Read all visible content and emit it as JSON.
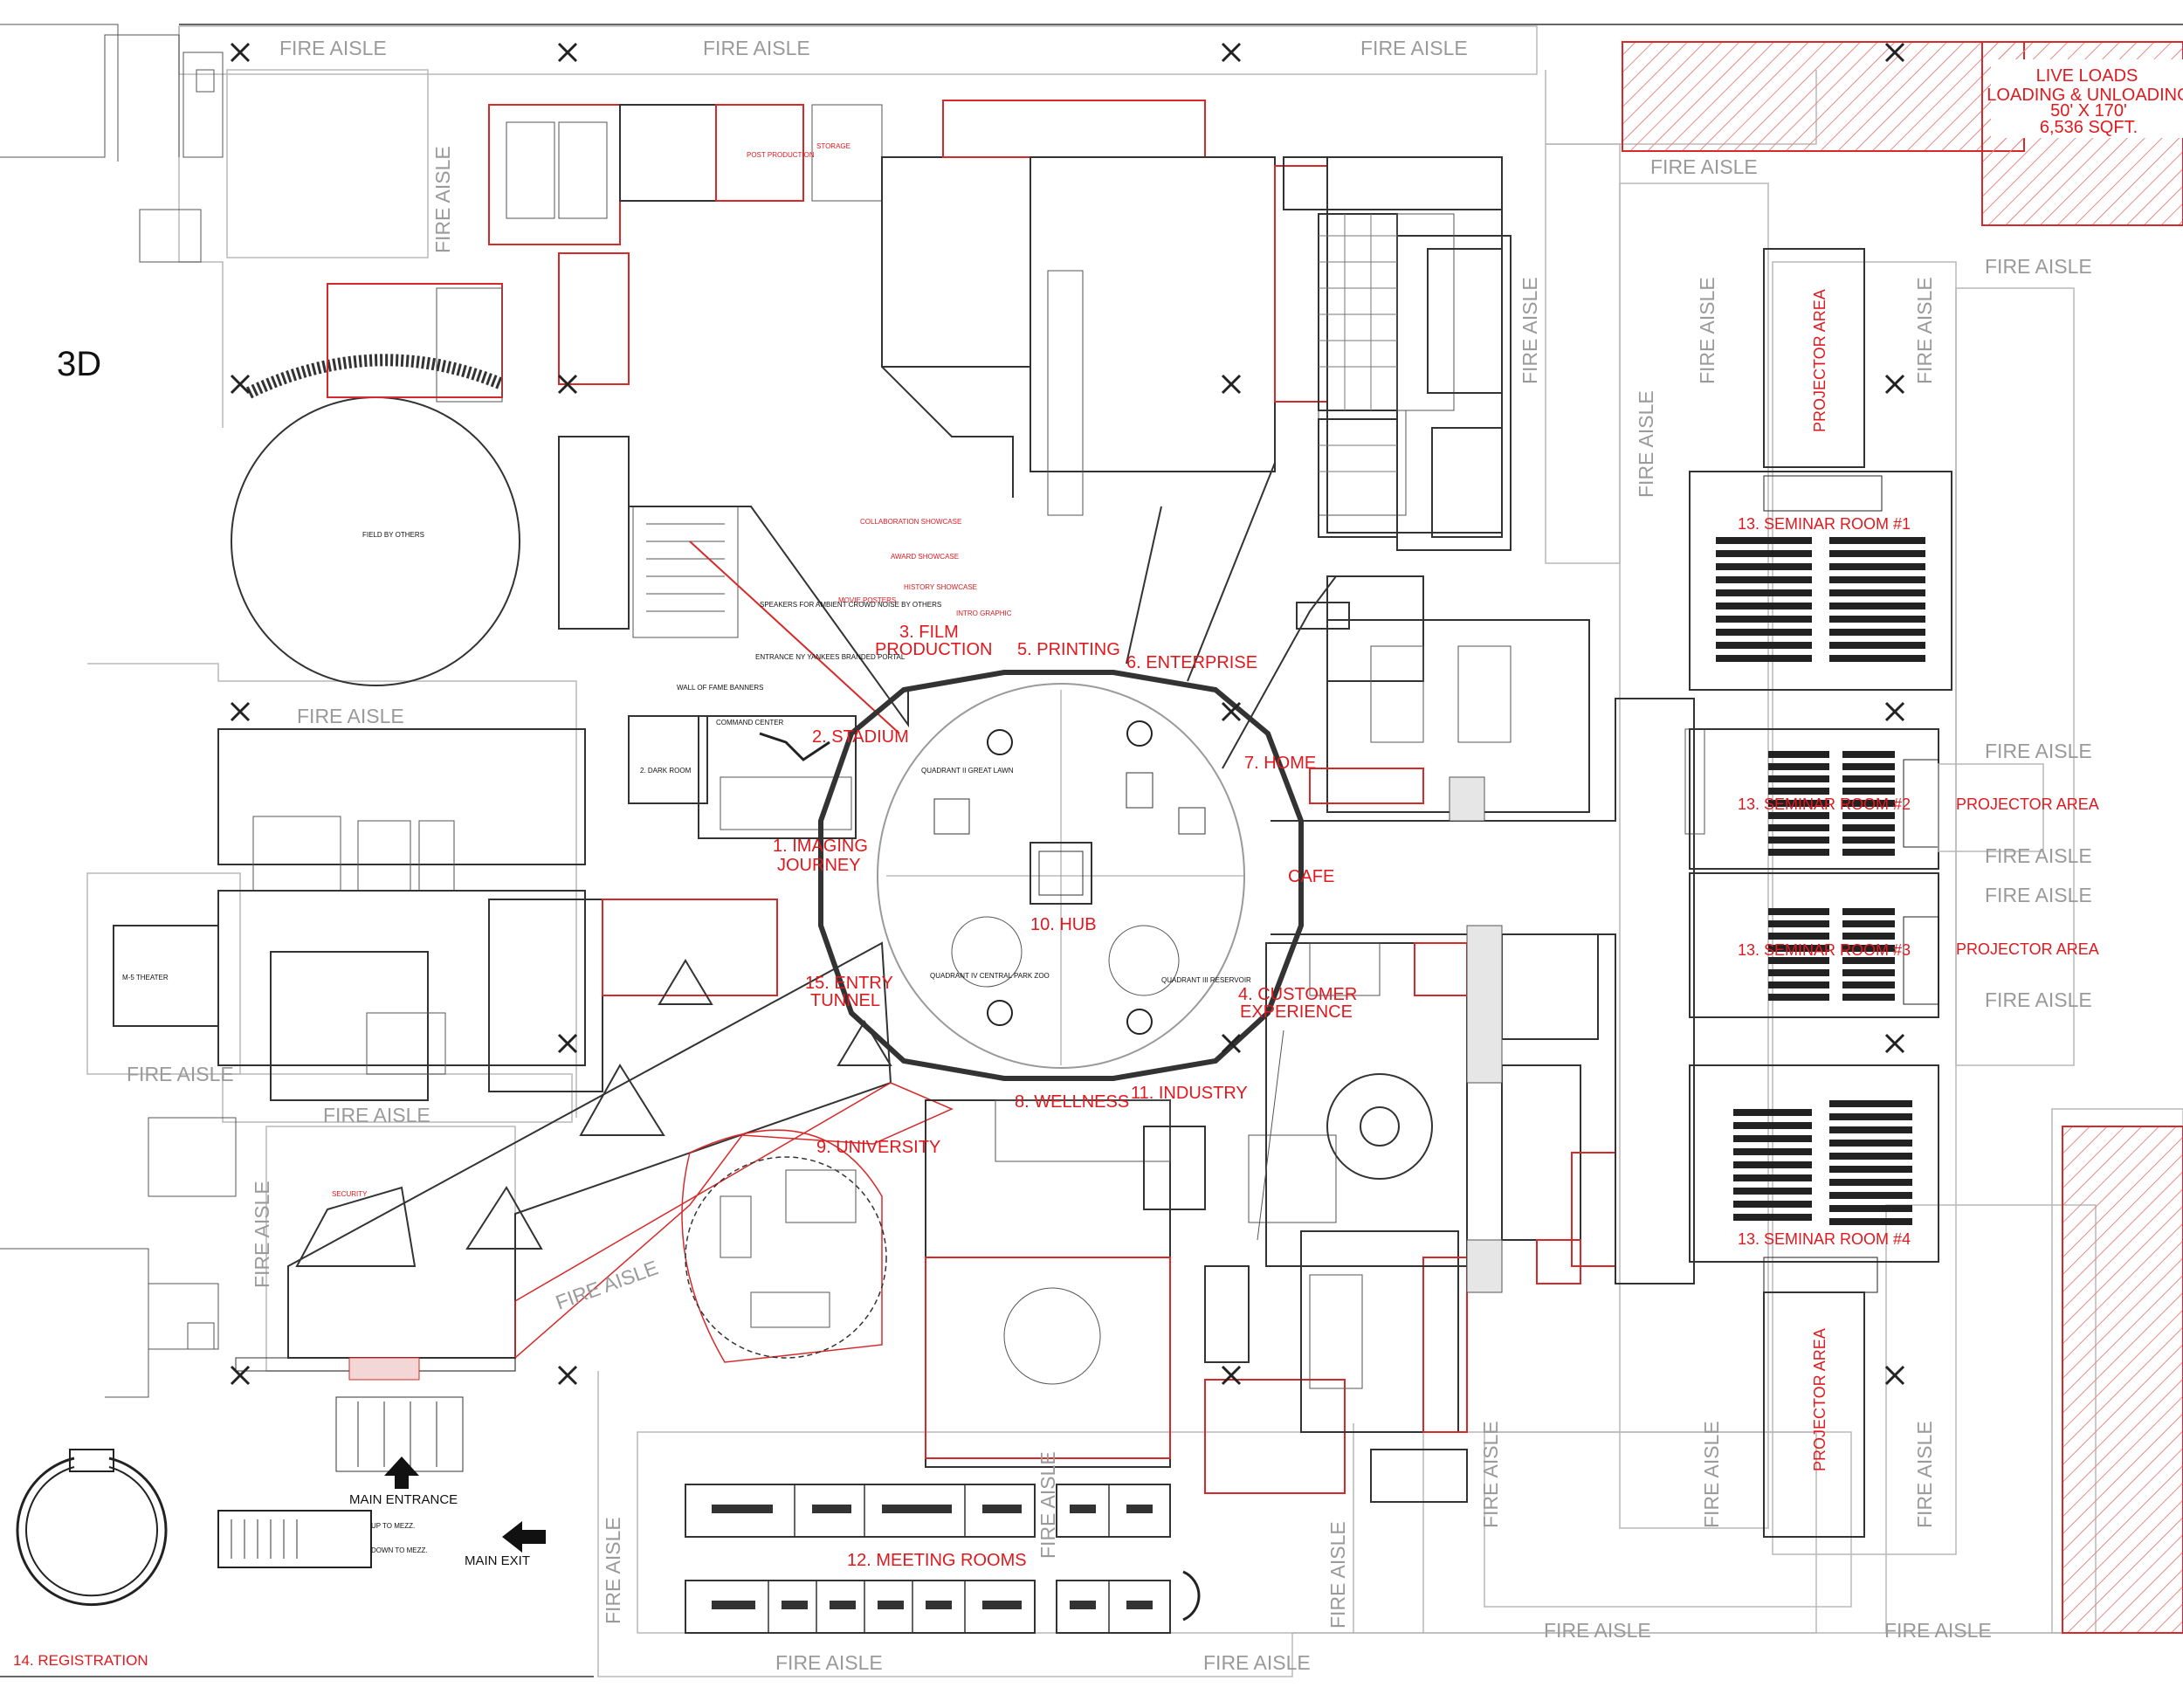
{
  "view_label": "3D",
  "live_loads": [
    "LIVE LOADS",
    "LOADING & UNLOADING",
    "50' X 170'",
    "6,536 SQFT."
  ],
  "zones": {
    "film_production": [
      "3. FILM",
      "PRODUCTION"
    ],
    "printing": "5. PRINTING",
    "enterprise": "6. ENTERPRISE",
    "stadium": "2. STADIUM",
    "home": "7. HOME",
    "imaging_journey": [
      "1. IMAGING",
      "JOURNEY"
    ],
    "cafe": "CAFE",
    "hub": "10. HUB",
    "customer_experience": [
      "4. CUSTOMER",
      "EXPERIENCE"
    ],
    "entry_tunnel": [
      "15. ENTRY",
      "TUNNEL"
    ],
    "wellness": "8. WELLNESS",
    "industry": "11. INDUSTRY",
    "university": "9. UNIVERSITY",
    "meeting_rooms": "12. MEETING ROOMS",
    "registration": "14. REGISTRATION",
    "seminar_1": "13. SEMINAR ROOM #1",
    "seminar_2": "13. SEMINAR ROOM #2",
    "seminar_3": "13. SEMINAR ROOM #3",
    "seminar_4": "13. SEMINAR ROOM #4",
    "projector_area": "PROJECTOR AREA"
  },
  "fire_aisle": "FIRE AISLE",
  "main_entrance": "MAIN ENTRANCE",
  "main_exit": "MAIN EXIT",
  "small_notes": {
    "up_to_mezz": "UP TO MEZZ.",
    "down_to_mezz": "DOWN TO MEZZ.",
    "field": "FIELD BY OTHERS",
    "wall_of_fame": "WALL OF FAME BANNERS",
    "entrance_portal": "ENTRANCE NY YANKEES BRANDED PORTAL",
    "speakers": "SPEAKERS FOR AMBIENT CROWD NOISE BY OTHERS",
    "command_center": "COMMAND CENTER",
    "dark_room": "2. DARK ROOM",
    "security": "SECURITY",
    "theater": "M-5 THEATER",
    "collab_showcase": "COLLABORATION SHOWCASE",
    "award_showcase": "AWARD SHOWCASE",
    "history_showcase": "HISTORY SHOWCASE",
    "intro_graphic": "INTRO GRAPHIC",
    "movie_posters": "MOVIE POSTERS",
    "post_production": "POST PRODUCTION",
    "storage": "STORAGE",
    "quadrant_ii": "QUADRANT II GREAT LAWN",
    "quadrant_iv": "QUADRANT IV CENTRAL PARK ZOO",
    "quadrant_iii": "QUADRANT III RESERVOIR"
  },
  "colors": {
    "accent_red": "#e0191e",
    "aisle_grey": "#9a9a9a",
    "wall": "#333333"
  }
}
